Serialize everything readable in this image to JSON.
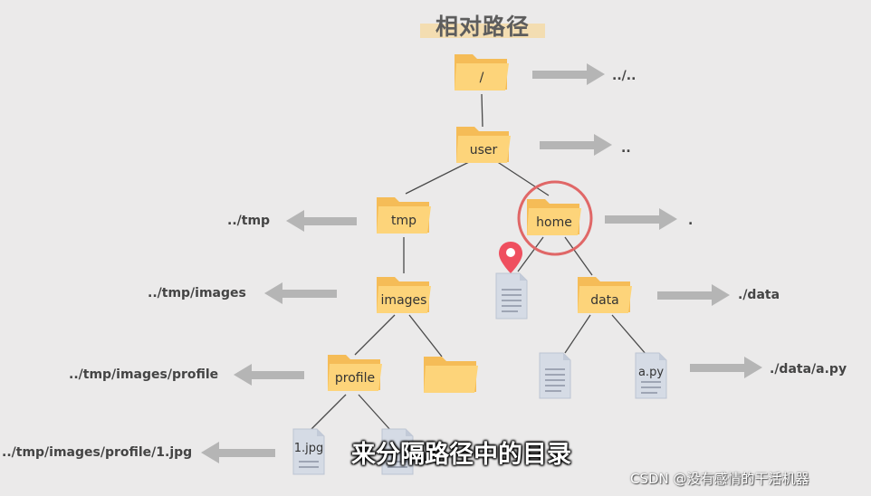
{
  "title": "相对路径",
  "folders": {
    "root": "/",
    "user": "user",
    "tmp": "tmp",
    "home": "home",
    "images": "images",
    "data": "data",
    "profile": "profile",
    "unnamed": ""
  },
  "files": {
    "home_doc": "",
    "data_doc": "",
    "a_py": "a.py",
    "jpg1": "1.jpg",
    "jpg2": ""
  },
  "paths": {
    "root": "../..",
    "user": "..",
    "tmp": "../tmp",
    "home": ".",
    "images": "../tmp/images",
    "data": "./data",
    "profile": "../tmp/images/profile",
    "a_py": "./data/a.py",
    "jpg": "../tmp/images/profile/1.jpg"
  },
  "subtitle": "来分隔路径中的目录",
  "watermark": "CSDN @没有感情的干活机器",
  "colors": {
    "folder_front": "#fdd47a",
    "folder_back": "#f5bc57",
    "arrow": "#b5b5b5",
    "highlight_ring": "#e06767",
    "location_pin": "#ef4f5f",
    "file": "#d5dbe5"
  }
}
